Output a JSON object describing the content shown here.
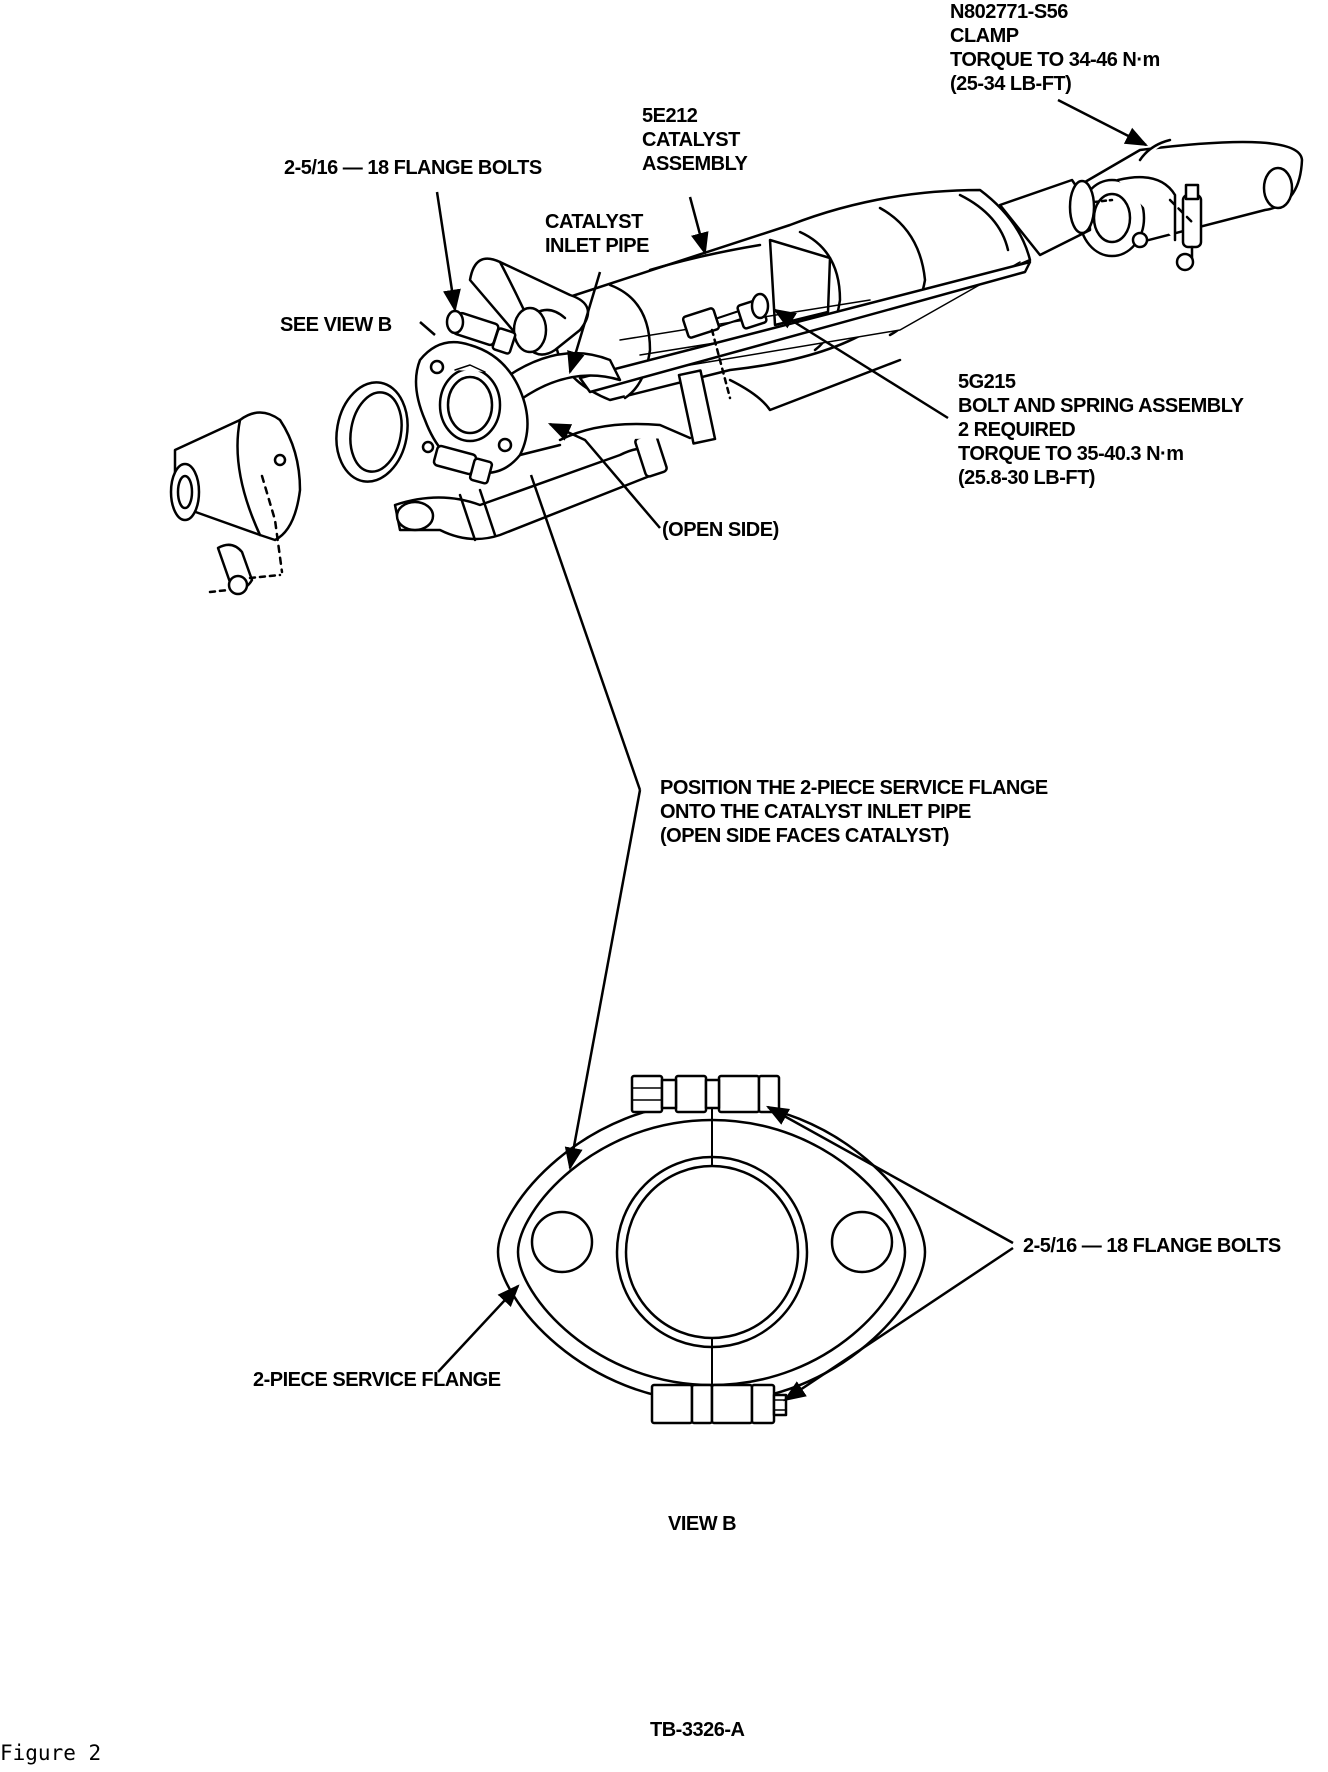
{
  "labels": {
    "clamp": [
      "N802771-S56",
      "CLAMP",
      "TORQUE TO 34-46 N·m",
      "(25-34 LB-FT)"
    ],
    "catalyst": [
      "5E212",
      "CATALYST",
      "ASSEMBLY"
    ],
    "flange_bolts_top": "2-5/16 — 18 FLANGE BOLTS",
    "inlet_pipe": [
      "CATALYST",
      "INLET PIPE"
    ],
    "see_view_b": "SEE VIEW B",
    "bolt_spring": [
      "5G215",
      "BOLT AND SPRING ASSEMBLY",
      "2 REQUIRED",
      "TORQUE TO 35-40.3 N·m",
      "(25.8-30 LB-FT)"
    ],
    "open_side": "(OPEN SIDE)",
    "position_note": [
      "POSITION THE 2-PIECE SERVICE FLANGE",
      "ONTO THE CATALYST INLET PIPE",
      "(OPEN SIDE FACES CATALYST)"
    ],
    "flange_bolts_view_b": "2-5/16 — 18 FLANGE BOLTS",
    "service_flange": "2-PIECE SERVICE FLANGE",
    "view_b": "VIEW B",
    "tb_number": "TB-3326-A"
  },
  "caption": "Figure 2"
}
